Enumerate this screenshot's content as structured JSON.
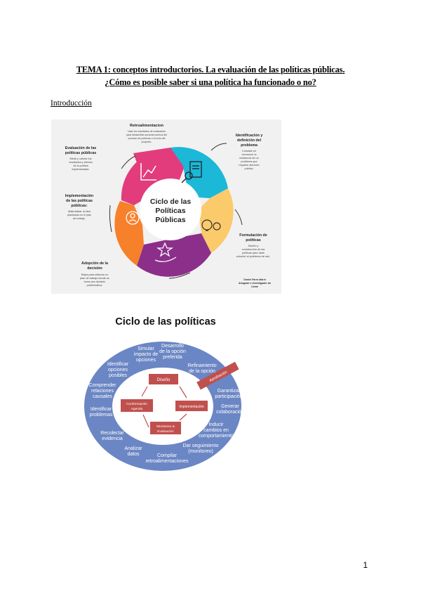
{
  "document": {
    "title_line1": "TEMA 1: conceptos introductorios. La evaluación de las políticas públicas.",
    "title_line2": "¿Cómo es posible saber si una política ha funcionado o no?",
    "section_heading": "Introducción",
    "page_number": "1"
  },
  "figure1": {
    "center_line1": "Ciclo de las",
    "center_line2": "Políticas",
    "center_line3": "Públicas",
    "stages": [
      {
        "title1": "Retroalimentacion",
        "title2": "",
        "title3": "",
        "color": "#e23c7d"
      },
      {
        "title1": "Identificación y",
        "title2": "definición del",
        "title3": "problema",
        "color": "#1bb8d8"
      },
      {
        "title1": "Formulación de",
        "title2": "políticas",
        "title3": "",
        "color": "#fbca6b"
      },
      {
        "title1": "Adopción de la",
        "title2": "decisión",
        "title3": "",
        "color": "#8b2f8a"
      },
      {
        "title1": "Implementación",
        "title2": "de las políticas",
        "title3": "públicas:",
        "color": "#f7802b"
      },
      {
        "title1": "Evaluación de las",
        "title2": "políticas públicas",
        "title3": "",
        "color": "#e2447f"
      }
    ],
    "descriptions": {
      "retro": [
        "Usar los resultados de evaluación",
        "para desarrollar acciones acerca del",
        "proceso de políticas o el ciclo del",
        "proyecto."
      ],
      "identificacion": [
        "Consiste en",
        "reconocer la",
        "existencia de un",
        "problema que",
        "requiere atención",
        "pública."
      ],
      "formulacion": [
        "Diseño y",
        "construcción de las",
        "políticas para darle",
        "solución al problema de raíz."
      ],
      "adopcion": [
        "Etapa para elaborar un",
        "plan de trabajo donde se",
        "toma una decisión",
        "problemática."
      ],
      "implementacion": [
        "Materializar la idea",
        "planteada en el plan",
        "de trabajo."
      ],
      "evaluacion": [
        "Medir y valorar los",
        "resultados y efectos",
        "de la política",
        "implementada."
      ]
    },
    "credit_line1": "Daniel Parra Marín",
    "credit_line2": "Abogado e Investigador de",
    "credit_line3": "Usme"
  },
  "figure2": {
    "title": "Ciclo de las políticas",
    "boxes": {
      "diseno": "Diseño",
      "implementacion": "Implementación",
      "monitoreo_line1": "Monitoreo &",
      "monitoreo_line2": "Evaluación",
      "conformacion_line1": "Conformación",
      "conformacion_line2": "Agenda"
    },
    "ribbon": "Aprobación",
    "ring_labels": [
      {
        "l1": "Simular",
        "l2": "impacto de",
        "l3": "opciones"
      },
      {
        "l1": "Desarrollo",
        "l2": "de la opción",
        "l3": "preferida"
      },
      {
        "l1": "Refinamiento",
        "l2": "de la opción",
        "l3": ""
      },
      {
        "l1": "Garantizar",
        "l2": "participación",
        "l3": ""
      },
      {
        "l1": "Generar",
        "l2": "colaboración",
        "l3": ""
      },
      {
        "l1": "Inducir",
        "l2": "cambios en",
        "l3": "comportamiento"
      },
      {
        "l1": "Dar seguimiento",
        "l2": "(monitoreo)",
        "l3": ""
      },
      {
        "l1": "Compilar",
        "l2": "retroalimentaciones",
        "l3": ""
      },
      {
        "l1": "Analizar",
        "l2": "datos",
        "l3": ""
      },
      {
        "l1": "Recolectar",
        "l2": "evidencia",
        "l3": ""
      },
      {
        "l1": "Identificar",
        "l2": "problemas",
        "l3": ""
      },
      {
        "l1": "Comprender",
        "l2": "relaciones",
        "l3": "causales"
      },
      {
        "l1": "Identificar",
        "l2": "opciones",
        "l3": "posibles"
      }
    ]
  }
}
